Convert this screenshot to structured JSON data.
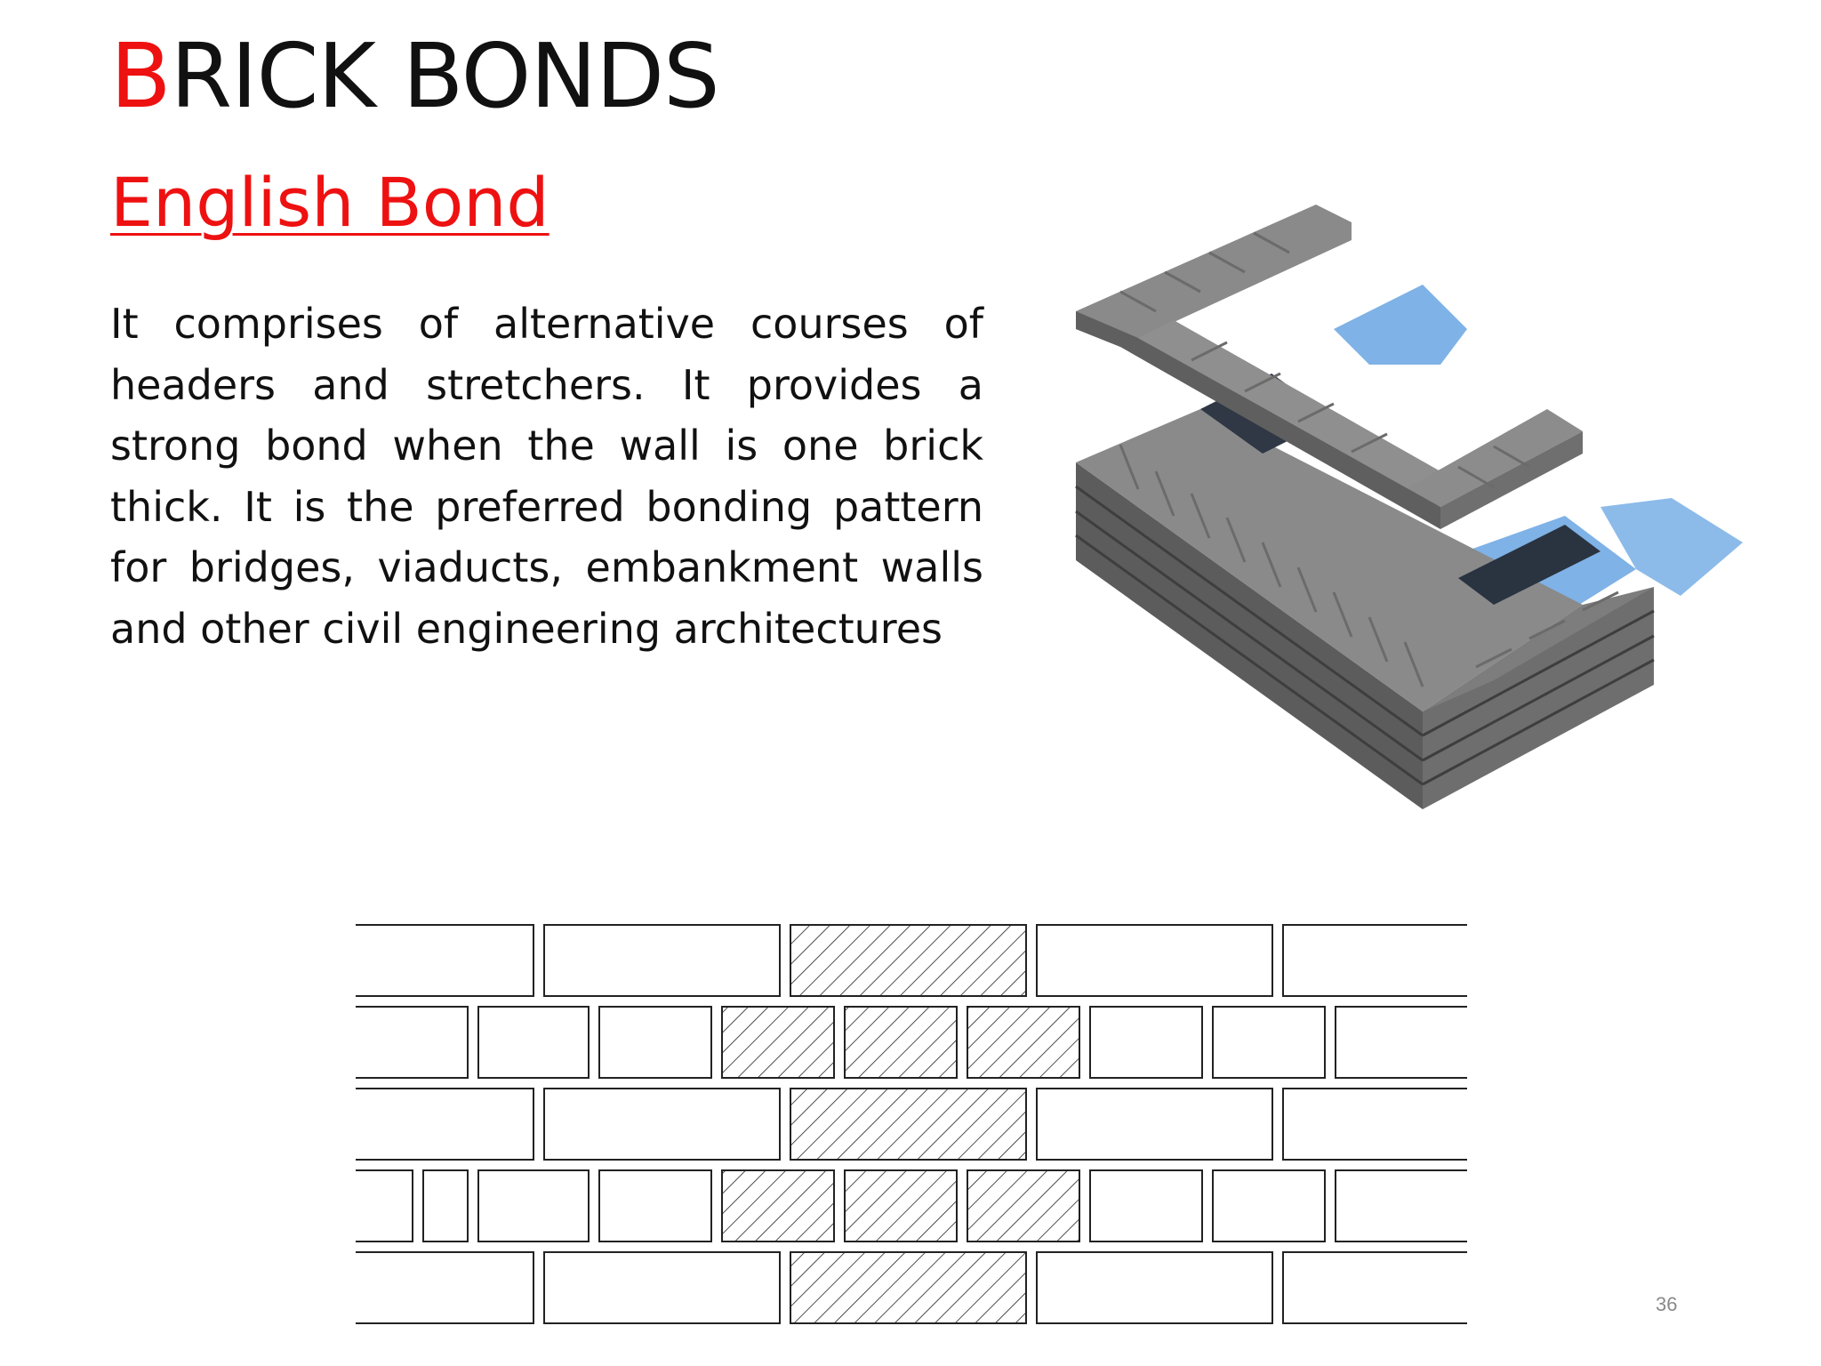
{
  "slide": {
    "title_initial": "B",
    "title_rest": "RICK BONDS",
    "subtitle": "English Bond",
    "body": "It comprises of alternative courses of headers and stretchers. It provides a strong bond when the wall is one brick thick. It is the preferred bonding pattern for bridges, viaducts, embankment walls and other civil engineering architectures",
    "page_number": "36"
  },
  "colors": {
    "title_accent": "#ee1111",
    "text": "#111111",
    "brick_top": "#8d8d8d",
    "brick_side": "#6a6a6a",
    "brick_front": "#5a5a5a",
    "shadow": "#6fa8dc",
    "hatch_line": "#222222"
  }
}
